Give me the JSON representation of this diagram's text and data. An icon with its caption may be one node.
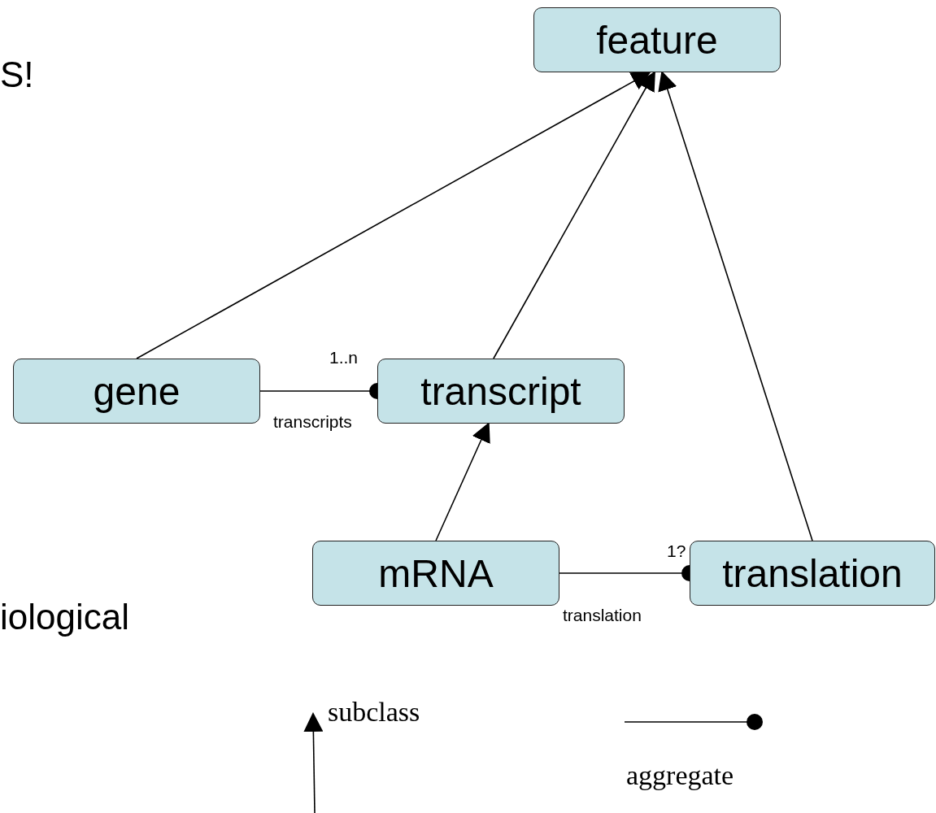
{
  "diagram": {
    "nodes": [
      {
        "text": [
          "feature"
        ]
      },
      {
        "text": [
          "gene"
        ]
      },
      {
        "text": [
          "transcript"
        ]
      },
      {
        "text": [
          "mRNA"
        ]
      },
      {
        "text": [
          "translation"
        ]
      }
    ],
    "edges": [
      {
        "from": 1,
        "to": 0,
        "arrow": "to"
      },
      {
        "from": 2,
        "to": 0,
        "arrow": "to"
      },
      {
        "from": 4,
        "to": 0,
        "arrow": "to"
      },
      {
        "from": 1,
        "to": 2,
        "arrow": "other",
        "label": "transcripts"
      },
      {
        "from": 3,
        "to": 2,
        "arrow": "to"
      },
      {
        "from": 3,
        "to": 4,
        "arrow": "other",
        "label": "translation"
      }
    ],
    "labels": [
      "S!",
      "1..n",
      "1?",
      "iological"
    ],
    "legend": [
      {
        "text": "subclass"
      },
      {
        "text": "aggregate"
      }
    ]
  }
}
